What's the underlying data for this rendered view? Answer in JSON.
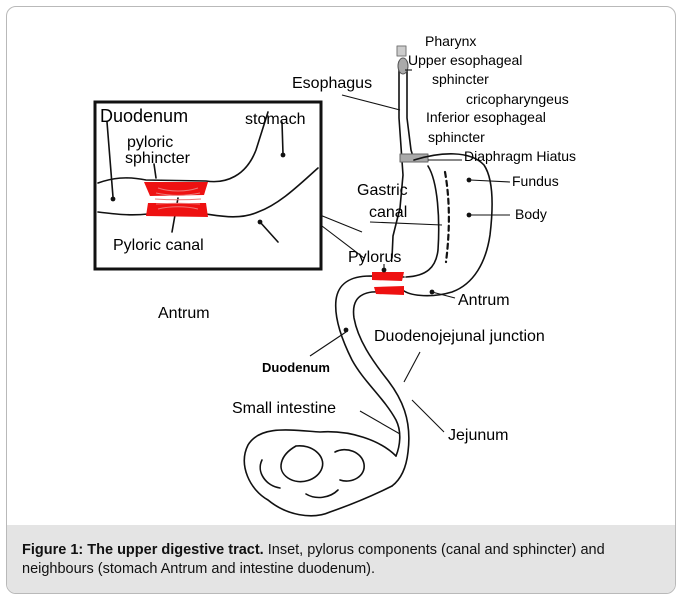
{
  "labels": {
    "pharynx": "Pharynx",
    "upper_es_1": "Upper esophageal",
    "upper_es_2": "sphincter",
    "crico": "cricopharyngeus",
    "esophagus": "Esophagus",
    "lower_es_1": "Inferior esophageal",
    "lower_es_2": "sphincter",
    "diaphragm": "Diaphragm Hiatus",
    "fundus": "Fundus",
    "gastric_1": "Gastric",
    "gastric_2": "canal",
    "body": "Body",
    "pylorus": "Pylorus",
    "antrum_right": "Antrum",
    "antrum_left": "Antrum",
    "duodenojejunal": "Duodenojejunal junction",
    "duodenum": "Duodenum",
    "small_intestine": "Small intestine",
    "jejunum": "Jejunum"
  },
  "inset": {
    "duodenum": "Duodenum",
    "stomach": "stomach",
    "pyloric_1": "pyloric",
    "pyloric_2": "sphincter",
    "canal": "Pyloric canal"
  },
  "caption": {
    "bold": "Figure 1: The upper digestive tract.",
    "text": " Inset, pylorus components (canal and sphincter) and neighbours (stomach Antrum and intestine duodenum)."
  },
  "colors": {
    "sphincter": "#ee1111",
    "line": "#111111",
    "caption_band": "#e4e4e4"
  }
}
